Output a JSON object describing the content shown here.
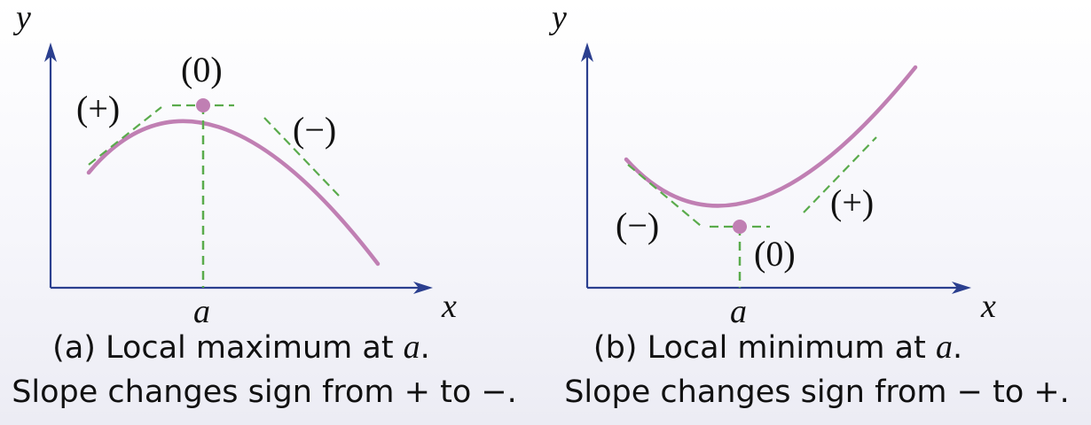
{
  "panels": [
    {
      "id": "max",
      "y_label": "y",
      "x_label": "x",
      "a_label": "a",
      "slope_labels": {
        "left": "(+)",
        "center": "(0)",
        "right": "(−)"
      },
      "caption_line1_prefix": "(a) Local maximum at ",
      "caption_line1_var": "a",
      "caption_line1_suffix": ".",
      "caption_line2": "Slope changes sign from + to −."
    },
    {
      "id": "min",
      "y_label": "y",
      "x_label": "x",
      "a_label": "a",
      "slope_labels": {
        "left": "(−)",
        "center": "(0)",
        "right": "(+)"
      },
      "caption_line1_prefix": "(b) Local minimum at ",
      "caption_line1_var": "a",
      "caption_line1_suffix": ".",
      "caption_line2": "Slope changes sign from − to +."
    }
  ],
  "colors": {
    "axis": "#2b3f8f",
    "curve": "#c07fb3",
    "tangent": "#5aab4c",
    "text": "#111111"
  }
}
